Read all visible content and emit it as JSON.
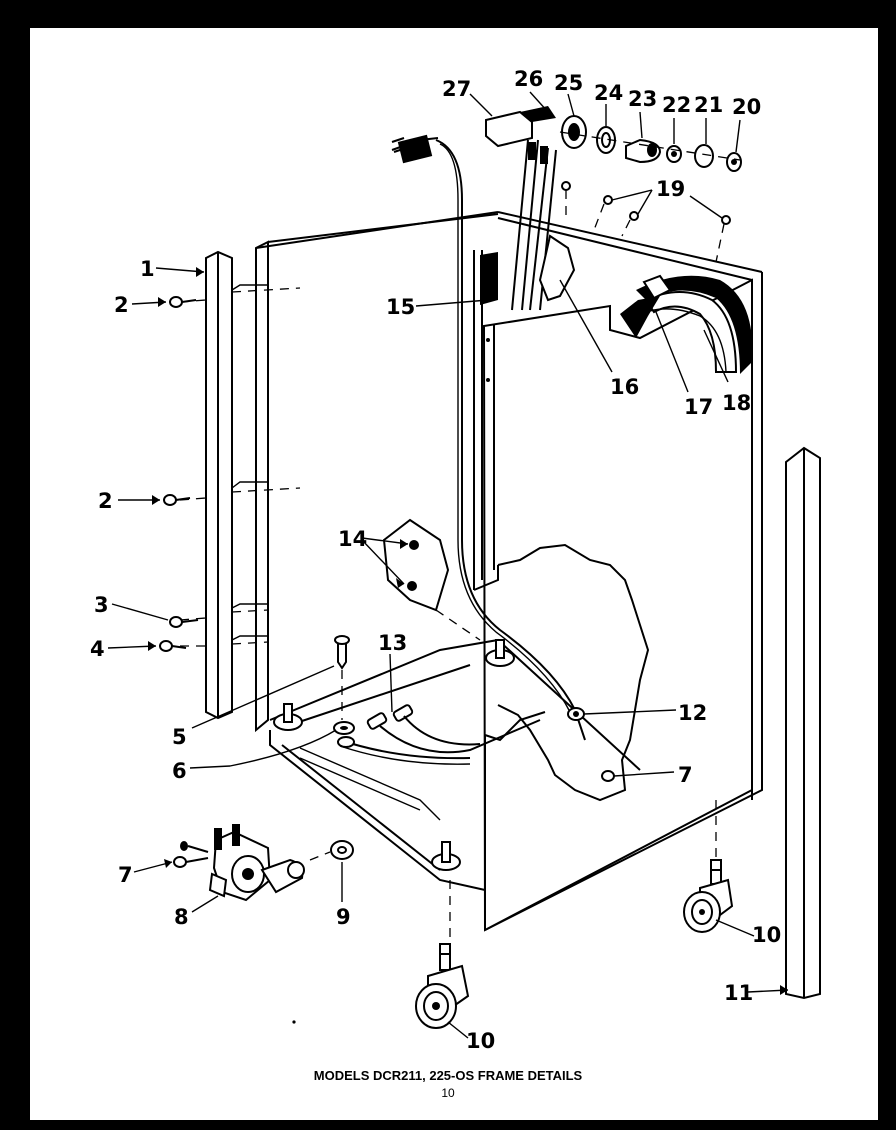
{
  "diagram": {
    "caption": "MODELS DCR211, 225-OS FRAME DETAILS",
    "page_number": "10",
    "callouts": {
      "c1": "1",
      "c2a": "2",
      "c2b": "2",
      "c3": "3",
      "c4": "4",
      "c5": "5",
      "c6": "6",
      "c7a": "7",
      "c7b": "7",
      "c8": "8",
      "c9": "9",
      "c10a": "10",
      "c10b": "10",
      "c11": "11",
      "c12": "12",
      "c13": "13",
      "c14": "14",
      "c15": "15",
      "c16": "16",
      "c17": "17",
      "c18": "18",
      "c19": "19",
      "c20": "20",
      "c21": "21",
      "c22": "22",
      "c23": "23",
      "c24": "24",
      "c25": "25",
      "c26": "26",
      "c27": "27"
    }
  }
}
